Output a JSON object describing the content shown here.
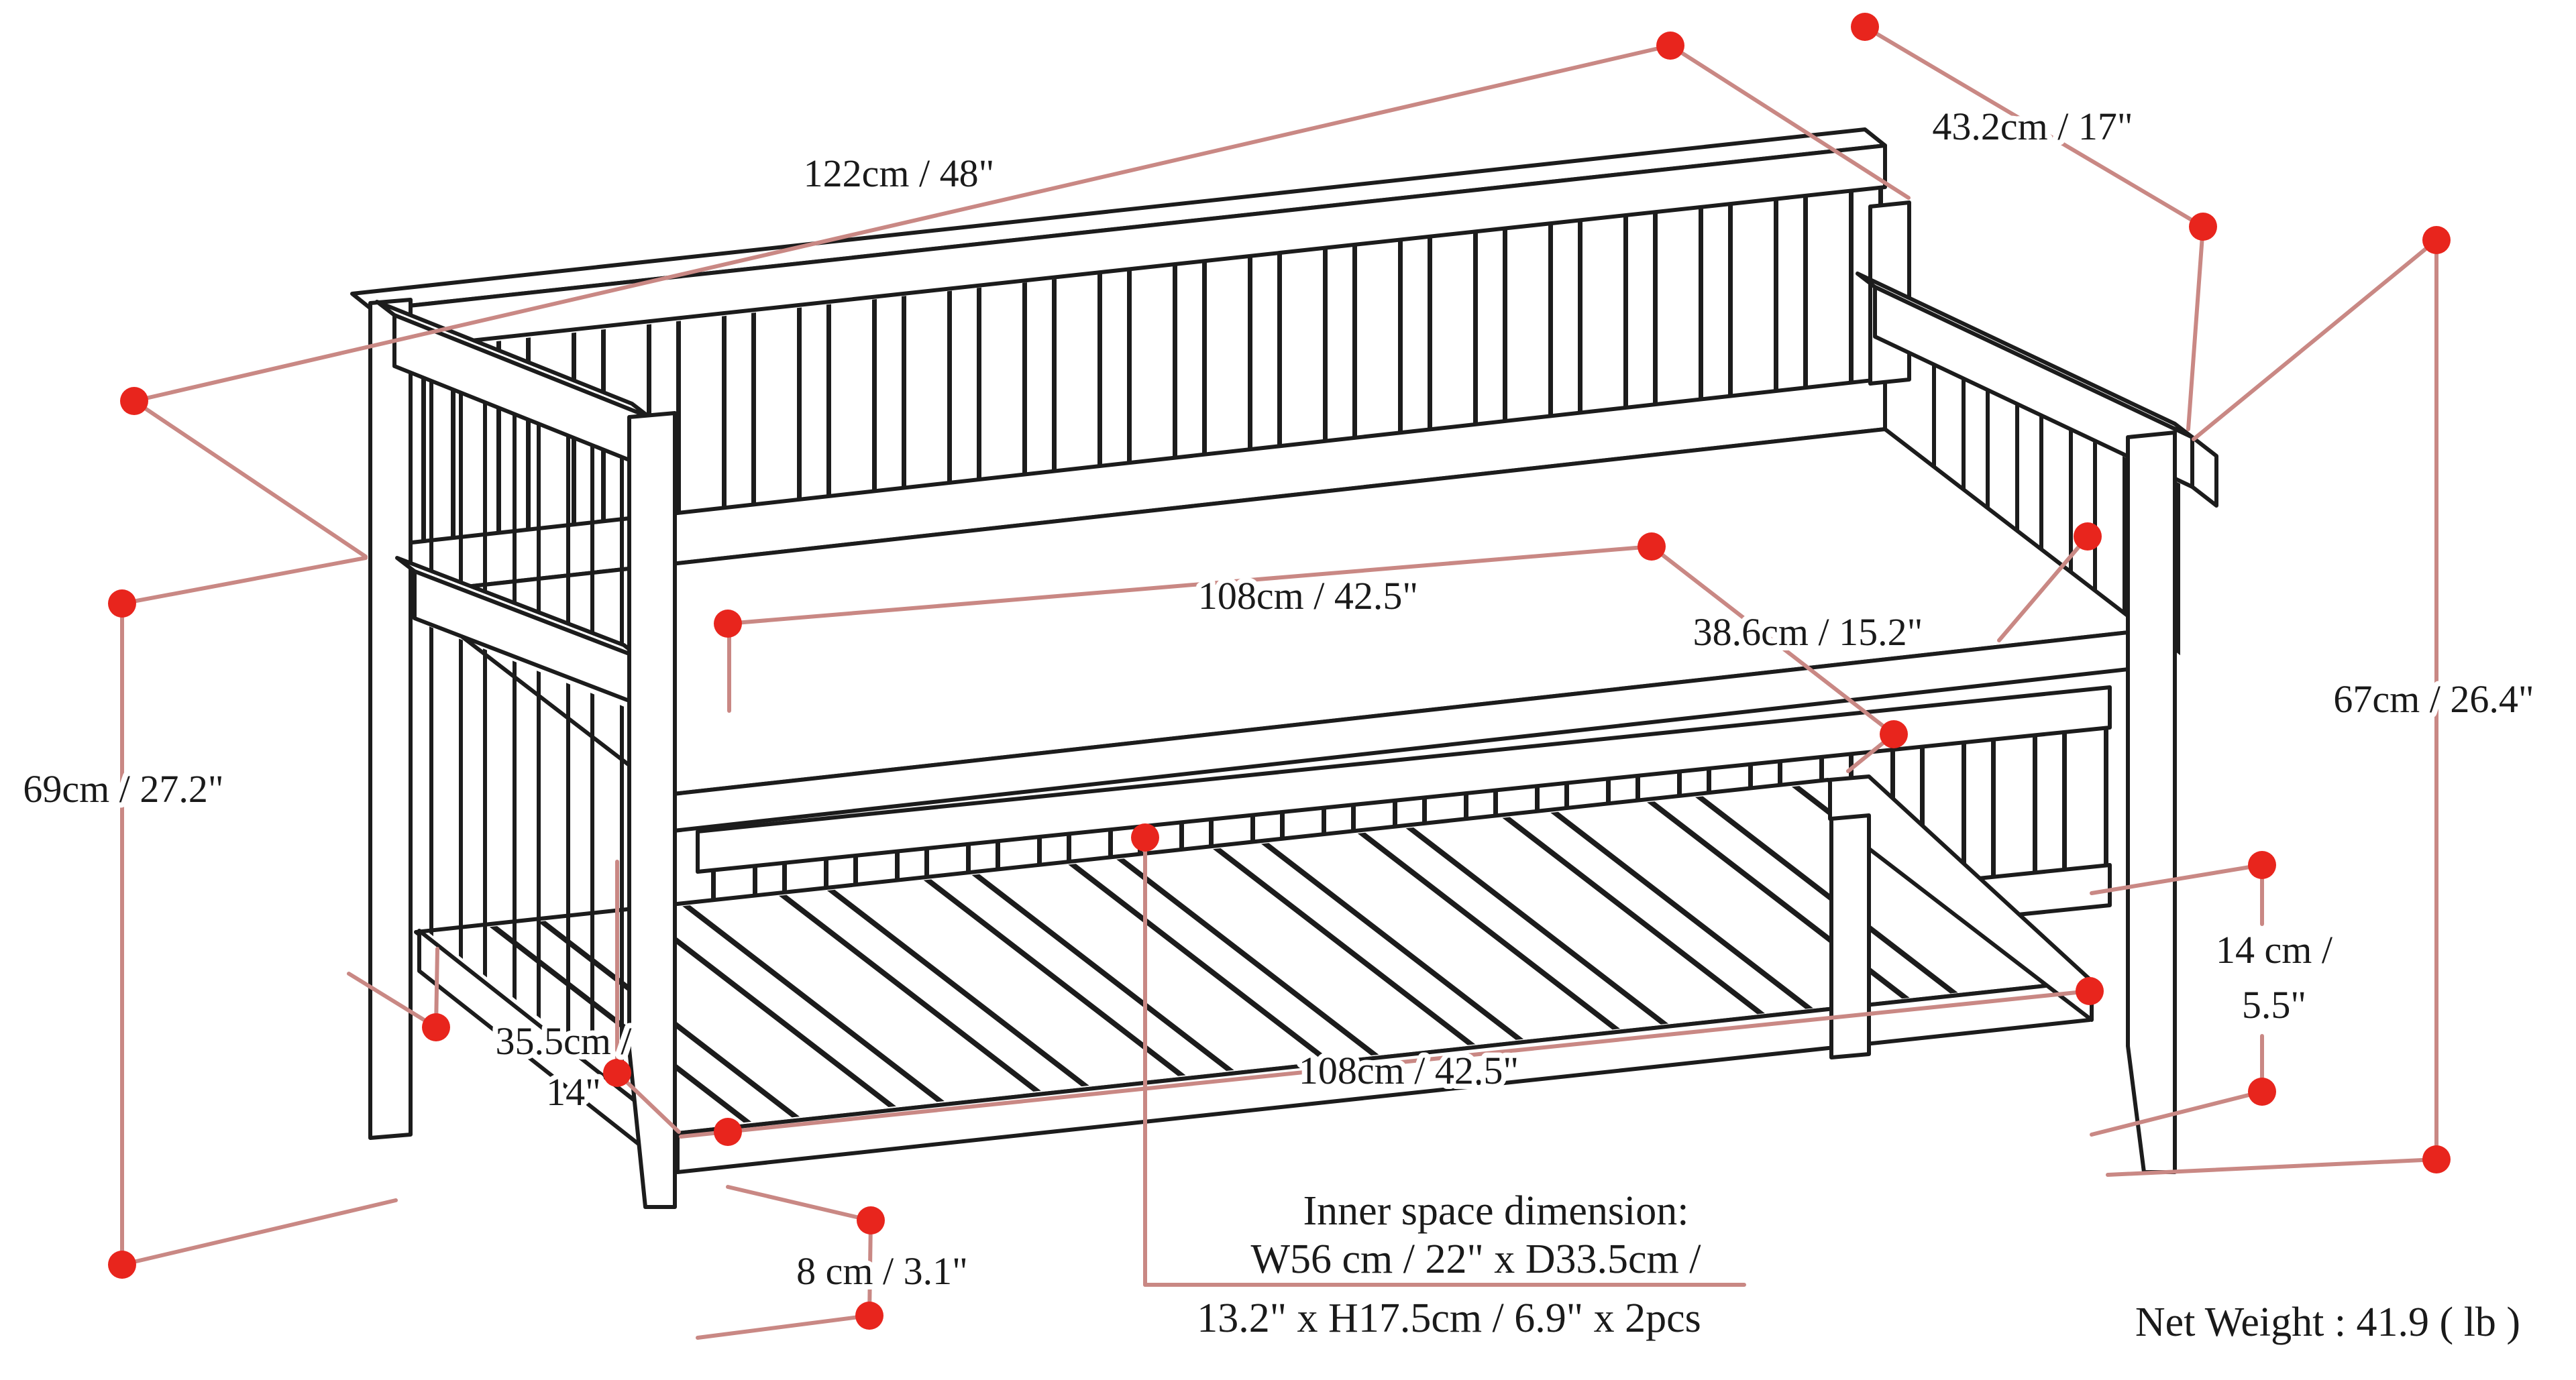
{
  "diagram": {
    "kind": "furniture dimension line drawing",
    "product": "slatted entryway storage bench",
    "labels": {
      "overall_width": "122cm / 48\"",
      "overall_depth": "43.2cm / 17\"",
      "overall_height_left": "69cm / 27.2\"",
      "overall_height_right": "67cm / 26.4\"",
      "seat_width": "108cm / 42.5\"",
      "seat_depth": "38.6cm / 15.2\"",
      "seat_height_line1": "35.5cm /",
      "seat_height_line2": "14\"",
      "shelf_width": "108cm / 42.5\"",
      "shelf_rail_height_line1": "14 cm /",
      "shelf_rail_height_line2": "5.5\"",
      "leg_height": "8 cm / 3.1\"",
      "inner_space_line1": "Inner space dimension:",
      "inner_space_line2": "W56 cm / 22\" x D33.5cm /",
      "inner_space_line3": "13.2\" x H17.5cm / 6.9\" x 2pcs",
      "net_weight": "Net Weight : 41.9 ( lb )"
    },
    "colors": {
      "marker_dot": "#e8251d",
      "dimension_line": "#c98884",
      "line_art": "#1c1c1c",
      "background": "#ffffff"
    }
  }
}
